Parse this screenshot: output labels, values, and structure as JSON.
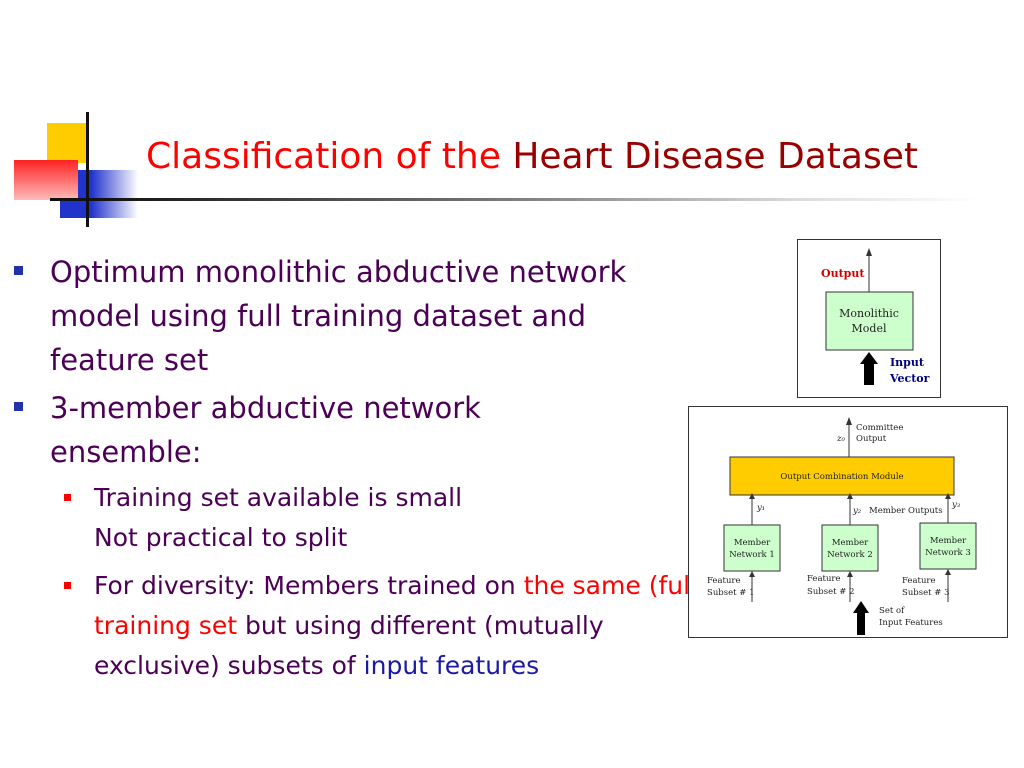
{
  "slide": {
    "title_part1": "Classification of the",
    "title_part2": "Heart Disease Dataset"
  },
  "bullets": {
    "b1": "Optimum monolithic abductive network model using full training dataset and feature set",
    "b2": "3-member abductive network ensemble:",
    "s1_line1": "Training set available is small",
    "s1_line2": "Not practical to split",
    "s2_a": "For diversity: Members trained on",
    "s2_b": "the same (full) training set",
    "s2_c": "but using different (mutually exclusive) subsets of",
    "s2_d": "input features"
  },
  "diagram_monolithic": {
    "output_label": "Output",
    "model_label_1": "Monolithic",
    "model_label_2": "Model",
    "input_label_1": "Input",
    "input_label_2": "Vector"
  },
  "diagram_ensemble": {
    "committee_1": "Committee",
    "committee_2": "Output",
    "z_label": "z₀",
    "combination_module": "Output Combination Module",
    "y1": "y₁",
    "y2": "y₂",
    "y3": "y₃",
    "member_outputs": "Member Outputs",
    "member1_a": "Member",
    "member1_b": "Network 1",
    "member2_a": "Member",
    "member2_b": "Network 2",
    "member3_a": "Member",
    "member3_b": "Network 3",
    "feature1_a": "Feature",
    "feature1_b": "Subset # 1",
    "feature2_a": "Feature",
    "feature2_b": "Subset # 2",
    "feature3_a": "Feature",
    "feature3_b": "Subset # 3",
    "set_of_1": "Set of",
    "set_of_2": "Input Features"
  },
  "colors": {
    "title_red": "#ff0000",
    "title_dark_red": "#990000",
    "body_purple": "#4b0055",
    "combination_yellow": "#ffcc00",
    "member_green": "#ccffcc"
  }
}
